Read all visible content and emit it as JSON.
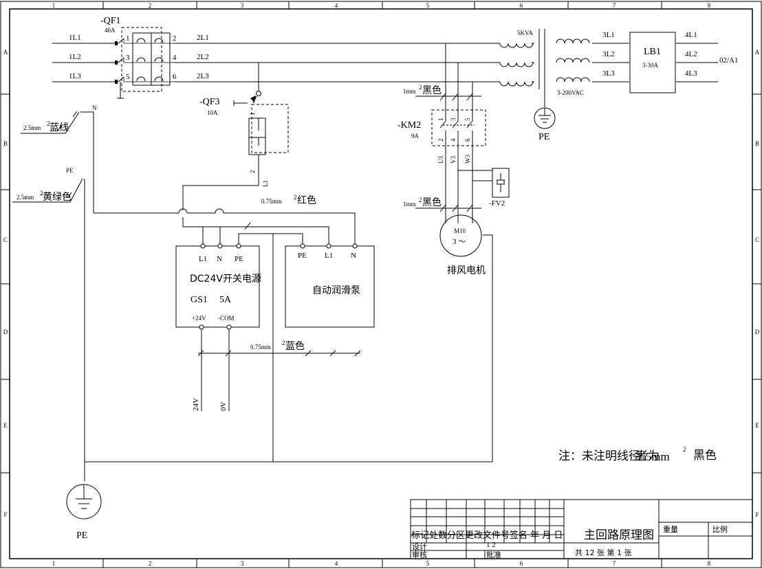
{
  "columns": [
    "1",
    "2",
    "3",
    "4",
    "5",
    "6",
    "7",
    "8"
  ],
  "rows": [
    "A",
    "B",
    "C",
    "D",
    "E",
    "F"
  ],
  "breakers": {
    "qf1": {
      "name": "-QF1",
      "rating": "40A",
      "in_terms": [
        "1",
        "3",
        "5"
      ],
      "out_terms": [
        "2",
        "4",
        "6"
      ]
    },
    "qf3": {
      "name": "-QF3",
      "rating": "10A",
      "terms": [
        "1",
        "2"
      ],
      "out_wire": "L1"
    }
  },
  "wires": {
    "in": [
      "1L1",
      "1L2",
      "1L3"
    ],
    "mid": [
      "2L1",
      "2L2",
      "2L3"
    ],
    "sec": [
      "3L1",
      "3L2",
      "3L3"
    ],
    "out": [
      "4L1",
      "4L2",
      "4L3"
    ],
    "destination": "02/A1",
    "motor": [
      "U3",
      "V3",
      "W3"
    ]
  },
  "transformer": {
    "rating": "5KVA",
    "secondary": "3-200VAC"
  },
  "lb1": {
    "name": "LB1",
    "range": "3-30A"
  },
  "contactor": {
    "name": "-KM2",
    "rating": "9A",
    "top_terms": [
      "1",
      "3",
      "5"
    ],
    "bot_terms": [
      "2",
      "4",
      "6"
    ]
  },
  "surge": {
    "name": "-FV2"
  },
  "motor": {
    "id": "M10",
    "phase": "3 ～",
    "caption": "排风电机"
  },
  "earth": {
    "pe": "PE"
  },
  "wire_labels": {
    "n_tag": "N",
    "pe_tag": "PE",
    "blue_size": "2.5mm",
    "blue_sup": "2",
    "blue_color": "蓝线",
    "pe_size": "2.5mm",
    "pe_sup": "2",
    "pe_color": "黄绿色",
    "black_size": "1mm",
    "black_sup": "2",
    "black_color": "黑色",
    "red_size": "0.75mm",
    "red_sup": "2",
    "red_color": "红色",
    "dc_size": "0.75mm",
    "dc_sup": "2",
    "dc_color": "蓝色"
  },
  "psu": {
    "terms": [
      "L1",
      "N",
      "PE"
    ],
    "title": "DC24V开关电源",
    "model": "GS1",
    "current": "5A",
    "out1": "+24V",
    "out2": "-COM"
  },
  "pump": {
    "terms": [
      "PE",
      "L1",
      "N"
    ],
    "title": "自动润滑泵"
  },
  "dc_out": {
    "v24": "24V",
    "v0": "0V"
  },
  "note": {
    "text": "注：未注明线径",
    "overlap": "2.5mm",
    "suffix": "者为",
    "sup": "2",
    "color": "黑色"
  },
  "title_block": {
    "header": "标记处数分区更改文件号签名 年 月 日",
    "design": "设计",
    "check": "审核",
    "approve": "批准",
    "small": "1 2",
    "title": "主回路原理图",
    "sheets": "共 12 张  第 1 张",
    "weight": "重量",
    "scale": "比例"
  }
}
